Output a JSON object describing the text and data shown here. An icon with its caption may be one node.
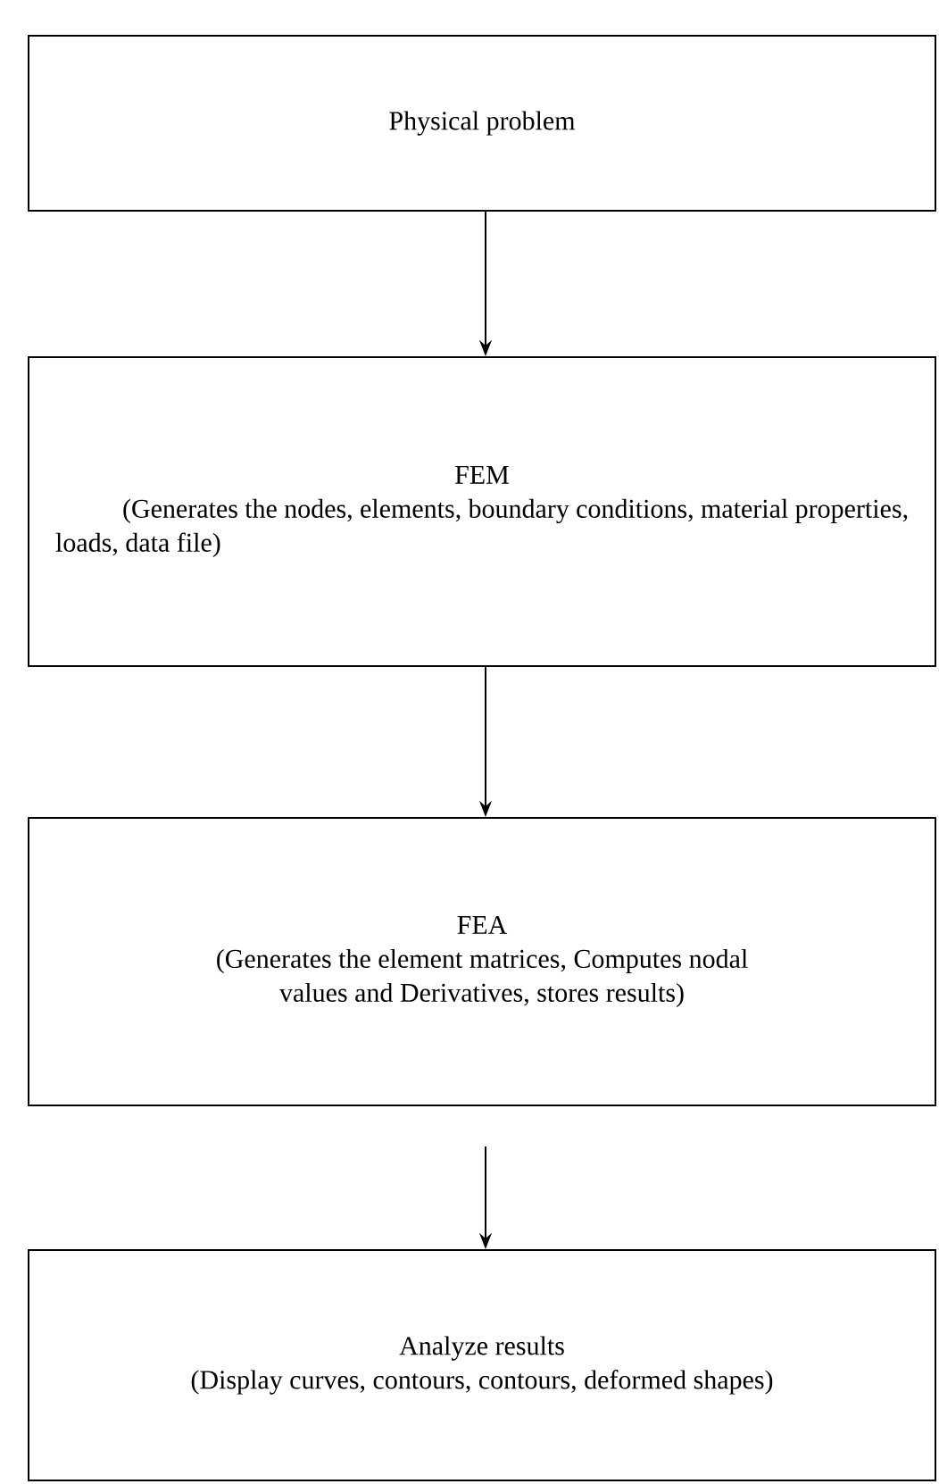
{
  "diagram": {
    "nodes": [
      {
        "text": [
          "Physical problem"
        ]
      },
      {
        "text": [
          "FEM",
          "(Generates the nodes, elements, boundary conditions, material properties, loads, data file)"
        ]
      },
      {
        "text": [
          "FEA",
          "(Generates the element matrices, Computes nodal values and Derivatives, stores results)"
        ]
      },
      {
        "text": [
          "Analyze results",
          "(Display curves, contours, contours, deformed shapes)"
        ]
      }
    ],
    "edges": [
      {
        "from": 0,
        "to": 1,
        "arrow": "to"
      },
      {
        "from": 1,
        "to": 2,
        "arrow": "to"
      },
      {
        "from": 2,
        "to": 3,
        "arrow": "to"
      }
    ]
  }
}
